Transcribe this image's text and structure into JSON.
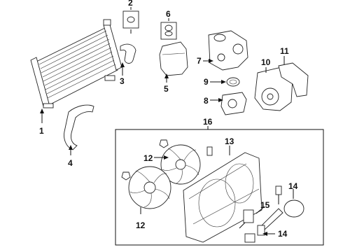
{
  "callouts": [
    {
      "id": "1",
      "text": "1"
    },
    {
      "id": "2",
      "text": "2"
    },
    {
      "id": "3",
      "text": "3"
    },
    {
      "id": "4",
      "text": "4"
    },
    {
      "id": "5",
      "text": "5"
    },
    {
      "id": "6",
      "text": "6"
    },
    {
      "id": "7",
      "text": "7"
    },
    {
      "id": "8",
      "text": "8"
    },
    {
      "id": "9",
      "text": "9"
    },
    {
      "id": "10",
      "text": "10"
    },
    {
      "id": "11",
      "text": "11"
    },
    {
      "id": "12a",
      "text": "12"
    },
    {
      "id": "12b",
      "text": "12"
    },
    {
      "id": "13",
      "text": "13"
    },
    {
      "id": "14a",
      "text": "14"
    },
    {
      "id": "14b",
      "text": "14"
    },
    {
      "id": "15",
      "text": "15"
    },
    {
      "id": "16",
      "text": "16"
    }
  ]
}
